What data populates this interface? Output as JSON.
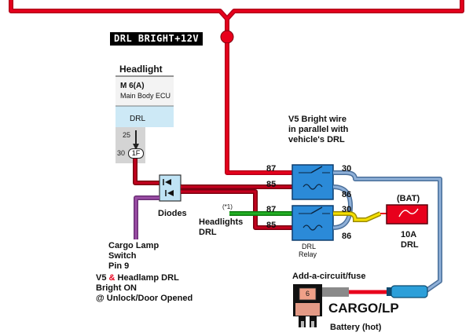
{
  "top_bus": {
    "label": "DRL BRIGHT+12V",
    "color": "#e8001c"
  },
  "ecu": {
    "title": "Headlight",
    "connector": "M 6(A)",
    "name": "Main Body ECU",
    "signal": "DRL",
    "pin_top": "25",
    "pin_left": "30",
    "pin_badge": "1F"
  },
  "diodes_label": "Diodes",
  "v5_note": [
    "V5 Bright wire",
    "in parallel with",
    "vehicle's DRL"
  ],
  "relays": [
    {
      "pins": {
        "in": "87",
        "coil_in": "85",
        "out": "30",
        "coil_out": "86"
      }
    },
    {
      "pins": {
        "in": "87",
        "coil_in": "85",
        "out": "30",
        "coil_out": "86"
      }
    }
  ],
  "relay_label": [
    "DRL",
    "Relay"
  ],
  "marker": "(*1)",
  "headlights_label": [
    "Headlights",
    "DRL"
  ],
  "fuse": {
    "source": "(BAT)",
    "rating": "10A",
    "name": "DRL"
  },
  "cargo_lamp": [
    "Cargo Lamp",
    "Switch",
    "Pin 9"
  ],
  "v5_headlamp": {
    "part1": "V5",
    "amp": "&",
    "part2": "Headlamp DRL"
  },
  "bright_lines": [
    "Bright ON",
    "@ Unlock/Door Opened"
  ],
  "add_circuit": "Add-a-circuit/fuse",
  "cargo_lp": "CARGO/LP",
  "battery_hot": "Battery (hot)",
  "fuse_tap_value": "6",
  "colors": {
    "red_wire": "#e8001c",
    "dark_red_wire": "#b3001a",
    "purple_wire": "#9b4ea6",
    "green_wire": "#22b024",
    "yellow_wire": "#f5e000",
    "blue_wire": "#8fb0d8",
    "relay_blue": "#2b8ad8",
    "ecu_blue": "#cde9f6"
  }
}
